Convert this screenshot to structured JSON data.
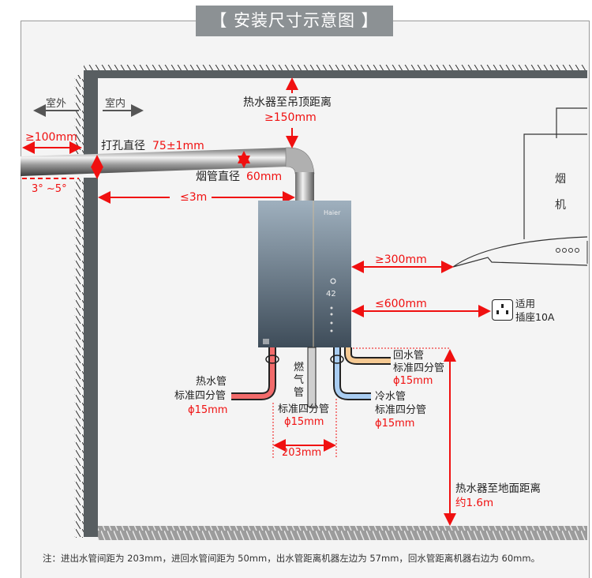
{
  "title": "【 安装尺寸示意图 】",
  "labels": {
    "outdoor": "室外",
    "indoor": "室内",
    "outdoor_clearance": "≥100mm",
    "hole_diameter_label": "打孔直径",
    "hole_diameter_value": "75±1mm",
    "slope": "3° ~5°",
    "flue_diameter_label": "烟管直径",
    "flue_diameter_value": "60mm",
    "flue_length": "≤3m",
    "ceiling_clearance_label": "热水器至吊顶距离",
    "ceiling_clearance_value": "≥150mm",
    "range_hood_line1": "烟",
    "range_hood_line2": "机",
    "hood_clearance": "≥300mm",
    "socket_distance": "≤600mm",
    "socket_label_line1": "适用",
    "socket_label_line2": "插座10A",
    "brand": "Haier",
    "hot_pipe_line1": "热水管",
    "hot_pipe_line2": "标准四分管",
    "hot_pipe_size": "ϕ15mm",
    "gas_pipe_line1": "燃",
    "gas_pipe_line2": "气",
    "gas_pipe_line3": "管",
    "gas_pipe_spec": "标准四分管",
    "gas_pipe_size": "ϕ15mm",
    "return_pipe_line1": "回水管",
    "return_pipe_line2": "标准四分管",
    "return_pipe_size": "ϕ15mm",
    "cold_pipe_line1": "冷水管",
    "cold_pipe_line2": "标准四分管",
    "cold_pipe_size": "ϕ15mm",
    "pipe_spacing": "203mm",
    "floor_distance_label": "热水器至地面距离",
    "floor_distance_value": "约1.6m",
    "display_reading": "42"
  },
  "note": "注：进出水管间距为 203mm，进回水管间距为 50mm，出水管距离机器左边为 57mm，回水管距离机器右边为 60mm。",
  "colors": {
    "accent_red": "#f01010",
    "wall": "#585e61",
    "hot_pipe": "#f26b6b",
    "cold_pipe": "#a9cdf2",
    "return_pipe": "#f5c993",
    "gas_pipe": "#cfcfcf",
    "heater_body": "#6f8291"
  }
}
